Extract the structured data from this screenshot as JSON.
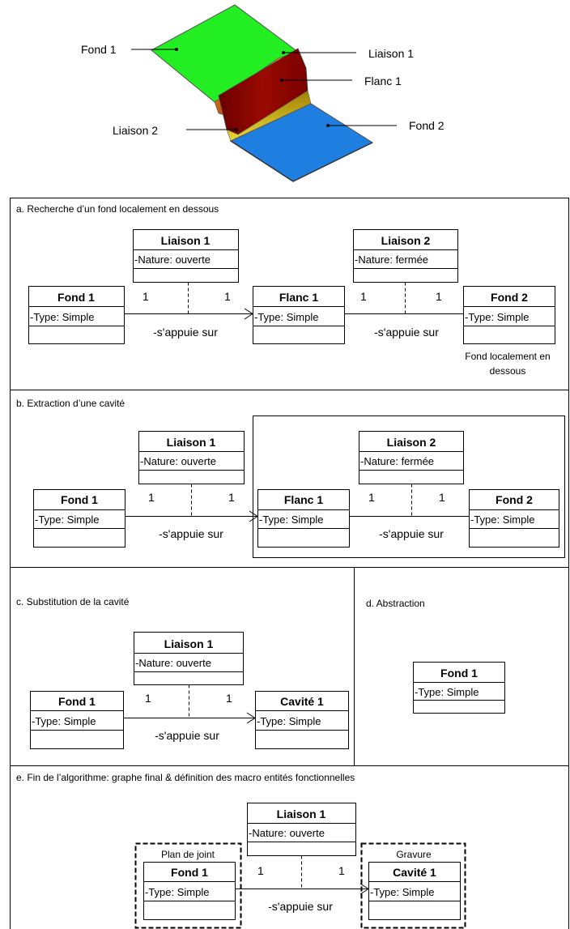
{
  "illustration": {
    "labels": {
      "fond1": "Fond 1",
      "liaison1": "Liaison 1",
      "flanc1": "Flanc 1",
      "liaison2": "Liaison 2",
      "fond2": "Fond 2"
    },
    "colors": {
      "fond1": "#22ee22",
      "flanc1": "#8b0000",
      "liaison1": "#e07020",
      "liaison2": "#e8e020",
      "fond2": "#1e7fe0"
    }
  },
  "panels": {
    "a": {
      "title": "a. Recherche d’un fond localement en dessous",
      "fond1": {
        "name": "Fond 1",
        "attr": "-Type: Simple"
      },
      "liaison1": {
        "name": "Liaison 1",
        "attr": "-Nature: ouverte"
      },
      "flanc1": {
        "name": "Flanc 1",
        "attr": "-Type: Simple"
      },
      "liaison2": {
        "name": "Liaison 2",
        "attr": "-Nature: fermée"
      },
      "fond2": {
        "name": "Fond 2",
        "attr": "-Type: Simple"
      },
      "mult": "1",
      "relation": "-s'appuie sur",
      "note_line1": "Fond localement en",
      "note_line2": "dessous"
    },
    "b": {
      "title": "b. Extraction d’une cavité",
      "fond1": {
        "name": "Fond 1",
        "attr": "-Type: Simple"
      },
      "liaison1": {
        "name": "Liaison 1",
        "attr": "-Nature: ouverte"
      },
      "flanc1": {
        "name": "Flanc 1",
        "attr": "-Type: Simple"
      },
      "liaison2": {
        "name": "Liaison 2",
        "attr": "-Nature: fermée"
      },
      "fond2": {
        "name": "Fond 2",
        "attr": "-Type: Simple"
      },
      "mult": "1",
      "relation": "-s'appuie sur"
    },
    "c": {
      "title": "c. Substitution de la cavité",
      "fond1": {
        "name": "Fond 1",
        "attr": "-Type: Simple"
      },
      "liaison1": {
        "name": "Liaison 1",
        "attr": "-Nature: ouverte"
      },
      "cavite1": {
        "name": "Cavité 1",
        "attr": "-Type: Simple"
      },
      "mult": "1",
      "relation": "-s'appuie sur"
    },
    "d": {
      "title": "d. Abstraction",
      "fond1": {
        "name": "Fond 1",
        "attr": "-Type: Simple"
      }
    },
    "e": {
      "title": "e. Fin de l’algorithme: graphe final & définition des macro entités fonctionnelles",
      "fond1": {
        "name": "Fond 1",
        "attr": "-Type: Simple"
      },
      "liaison1": {
        "name": "Liaison 1",
        "attr": "-Nature: ouverte"
      },
      "cavite1": {
        "name": "Cavité 1",
        "attr": "-Type: Simple"
      },
      "group_left": "Plan de joint",
      "group_right": "Gravure",
      "mult": "1",
      "relation": "-s'appuie sur"
    }
  }
}
